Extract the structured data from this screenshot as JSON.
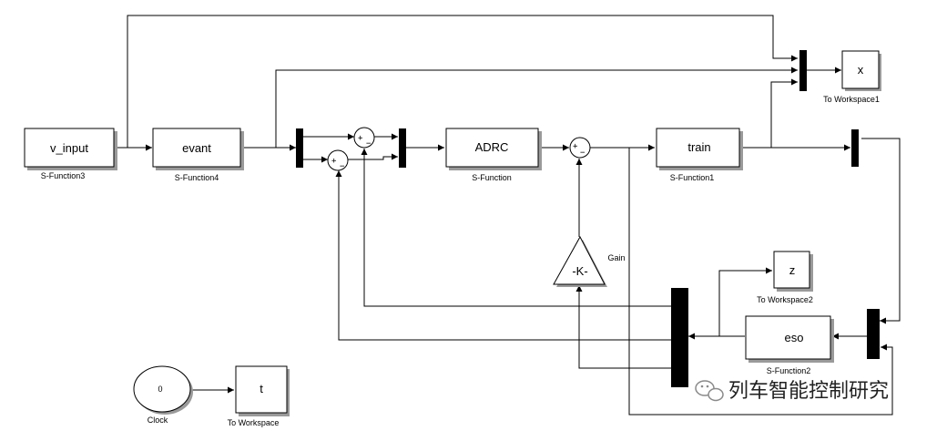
{
  "blocks": {
    "v_input": {
      "label": "v_input",
      "caption": "S-Function3"
    },
    "evant": {
      "label": "evant",
      "caption": "S-Function4"
    },
    "adrc": {
      "label": "ADRC",
      "caption": "S-Function"
    },
    "train": {
      "label": "train",
      "caption": "S-Function1"
    },
    "eso": {
      "label": "eso",
      "caption": "S-Function2"
    },
    "gain": {
      "label": "-K-",
      "caption": "Gain"
    },
    "to_ws1": {
      "label": "x",
      "caption": "To Workspace1"
    },
    "to_ws2": {
      "label": "z",
      "caption": "To Workspace2"
    },
    "to_ws": {
      "label": "t",
      "caption": "To Workspace"
    },
    "clock": {
      "label": "0",
      "caption": "Clock"
    }
  },
  "signs": {
    "sum1_plus": "+",
    "sum1_minus": "−",
    "sum2_plus": "+",
    "sum2_minus": "−",
    "sum3_plus": "+",
    "sum3_minus": "−"
  },
  "watermark": {
    "text": "列车智能控制研究"
  }
}
